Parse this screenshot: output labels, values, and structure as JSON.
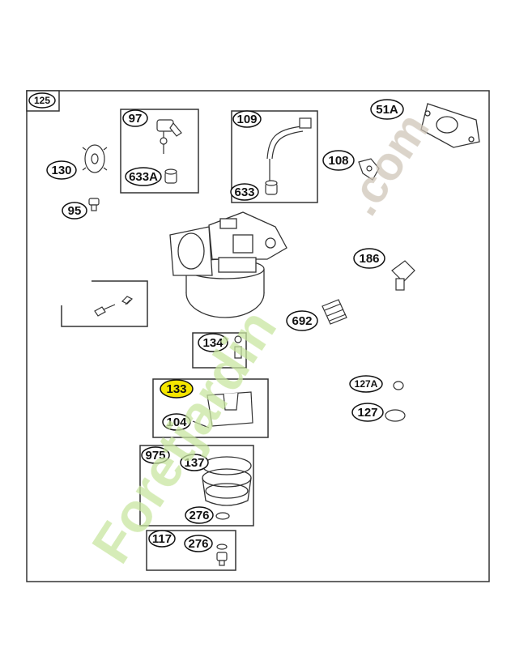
{
  "diagram": {
    "assembly_ref": "125",
    "highlight_color": "#f5e600",
    "watermark": {
      "text_main": "Foretjardin",
      "text_suffix": ".com",
      "color_main": "#c9e6a0",
      "color_suffix": "#cfc6b8",
      "accent_color": "#f2c27a"
    },
    "callouts": {
      "c97": "97",
      "c633a": "633A",
      "c109": "109",
      "c633": "633",
      "c51a": "51A",
      "c108": "108",
      "c130": "130",
      "c95": "95",
      "c186": "186",
      "c692": "692",
      "c134": "134",
      "c133": "133",
      "c104": "104",
      "c127a": "127A",
      "c127": "127",
      "c975": "975",
      "c137": "137",
      "c276a": "276",
      "c117": "117",
      "c276b": "276"
    }
  }
}
